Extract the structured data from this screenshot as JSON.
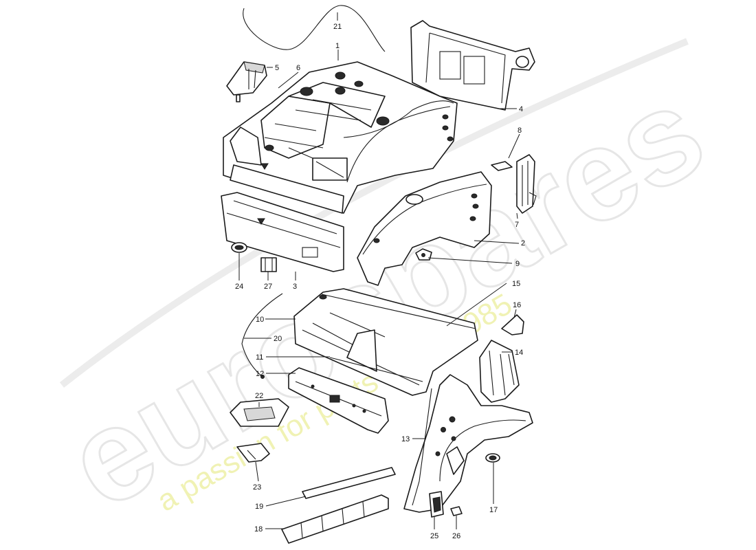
{
  "watermark": {
    "brand": "eurospares",
    "tagline": "a passion for parts since 1985",
    "tagline_color": "#e8eb8a"
  },
  "callouts": [
    {
      "id": "p1",
      "label": "1"
    },
    {
      "id": "p2",
      "label": "2"
    },
    {
      "id": "p3",
      "label": "3"
    },
    {
      "id": "p4",
      "label": "4"
    },
    {
      "id": "p5",
      "label": "5"
    },
    {
      "id": "p6",
      "label": "6"
    },
    {
      "id": "p7",
      "label": "7"
    },
    {
      "id": "p8",
      "label": "8"
    },
    {
      "id": "p9",
      "label": "9"
    },
    {
      "id": "p10",
      "label": "10"
    },
    {
      "id": "p11",
      "label": "11"
    },
    {
      "id": "p12",
      "label": "12"
    },
    {
      "id": "p13",
      "label": "13"
    },
    {
      "id": "p14",
      "label": "14"
    },
    {
      "id": "p15",
      "label": "15"
    },
    {
      "id": "p16",
      "label": "16"
    },
    {
      "id": "p17",
      "label": "17"
    },
    {
      "id": "p18",
      "label": "18"
    },
    {
      "id": "p19",
      "label": "19"
    },
    {
      "id": "p20",
      "label": "20"
    },
    {
      "id": "p21",
      "label": "21"
    },
    {
      "id": "p22",
      "label": "22"
    },
    {
      "id": "p23",
      "label": "23"
    },
    {
      "id": "p24",
      "label": "24"
    },
    {
      "id": "p25",
      "label": "25"
    },
    {
      "id": "p26",
      "label": "26"
    },
    {
      "id": "p27",
      "label": "27"
    }
  ]
}
